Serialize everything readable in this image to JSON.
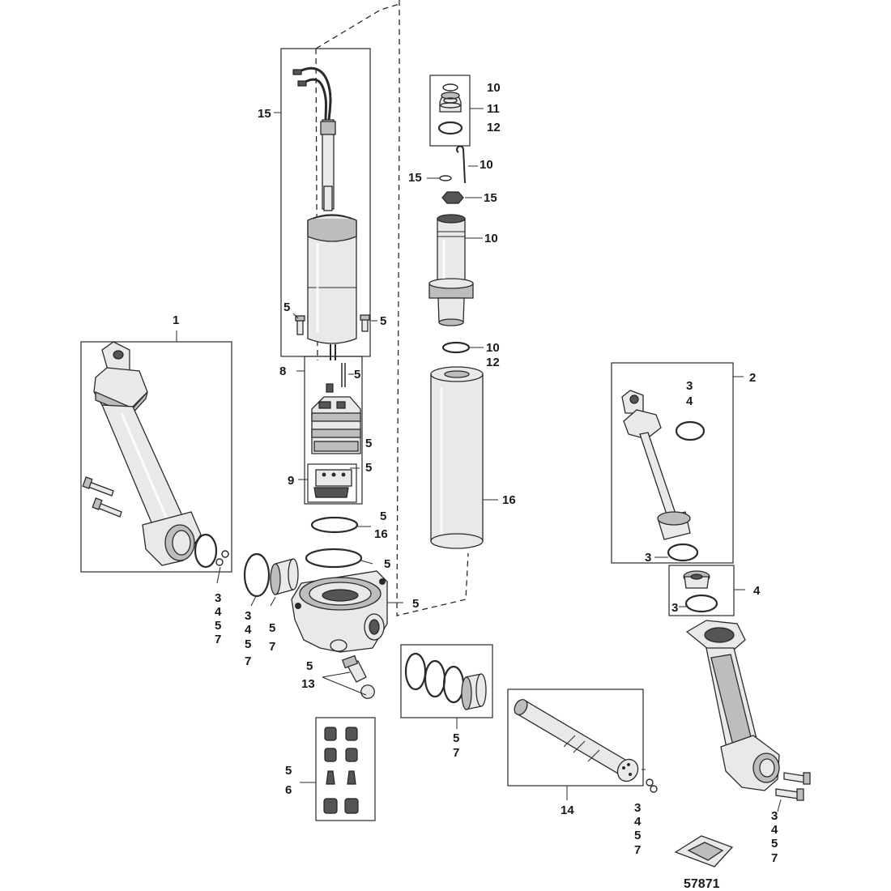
{
  "figure_id": "57871",
  "labels": {
    "l1": "1",
    "l2": "2",
    "l3a": "3",
    "l4a": "4",
    "l3b": "3",
    "l4b": "4",
    "l3c": "3",
    "l5_8": "5",
    "l8": "8",
    "l9": "9",
    "l5_9": "5",
    "l5_valve": "5",
    "l5_ring1": "5",
    "l16_ring1": "16",
    "l5_ring2": "5",
    "l5_base": "5",
    "l5_bolt_l": "5",
    "l5_bolt_r": "5",
    "l15_motor": "15",
    "l10_top": "10",
    "l11_top": "11",
    "l12_top": "12",
    "l10_pin": "10",
    "l15_pin": "15",
    "l15_nut": "15",
    "l10_tube": "10",
    "l10_ring": "10",
    "l12_ring": "12",
    "l16_res": "16",
    "l14": "14",
    "stack_left_a": [
      "3",
      "4",
      "5",
      "7"
    ],
    "stack_left_b": [
      "3",
      "4",
      "5",
      "7"
    ],
    "stack_left_c": [
      "5",
      "7"
    ],
    "l5_13": "5",
    "l13": "13",
    "stack_seals": [
      "5",
      "7"
    ],
    "l5_6": "5",
    "l6": "6",
    "stack_shaft": [
      "3",
      "4",
      "5",
      "7"
    ],
    "stack_right": [
      "3",
      "4",
      "5",
      "7"
    ]
  }
}
